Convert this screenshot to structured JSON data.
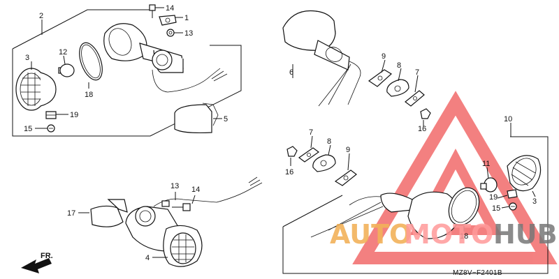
{
  "diagram": {
    "code": "MZ8V−F2401B",
    "front_label": "FR.",
    "watermark": {
      "part1": "AUTO",
      "part2": "MOTO",
      "part3": "HUB",
      "color1": "#f2b25a",
      "color2": "#ff9a9a",
      "color3": "#777777"
    },
    "callouts": {
      "tl_2": "2",
      "tl_3": "3",
      "tl_12": "12",
      "tl_18": "18",
      "tl_19": "19",
      "tl_15": "15",
      "tl_14": "14",
      "tl_1": "1",
      "tl_13": "13",
      "tl_5": "5",
      "tr_6": "6",
      "tr_9": "9",
      "tr_8": "8",
      "tr_7": "7",
      "tr_16": "16",
      "bl_17": "17",
      "bl_13": "13",
      "bl_14": "14",
      "bl_4": "4",
      "br_7": "7",
      "br_8": "8",
      "br_9": "9",
      "br_16": "16",
      "br_10": "10",
      "br_11": "11",
      "br_19": "19",
      "br_15": "15",
      "br_3": "3",
      "br_18": "18"
    }
  }
}
